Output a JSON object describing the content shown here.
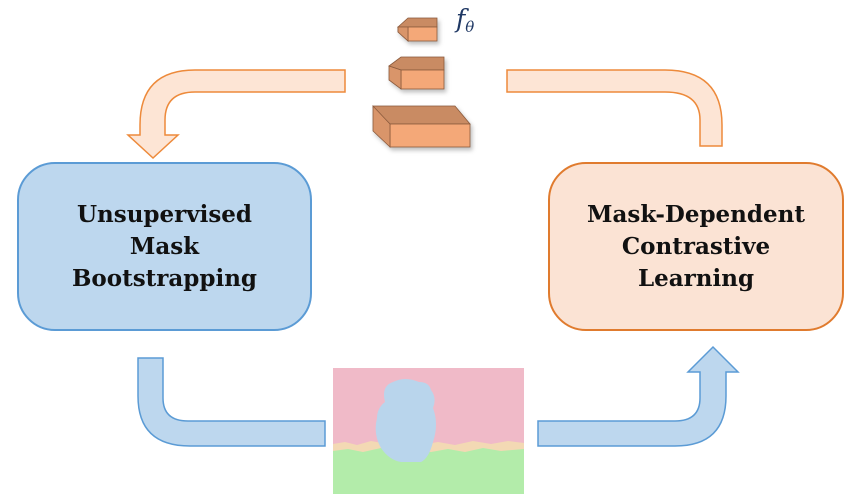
{
  "network_label": {
    "symbol": "f",
    "subscript": "θ"
  },
  "boxes": {
    "left": {
      "lines": [
        "Unsupervised",
        "Mask",
        "Bootstrapping"
      ],
      "fill": "#bdd7ee",
      "stroke": "#5b9bd5"
    },
    "right": {
      "lines": [
        "Mask-Dependent",
        "Contrastive",
        "Learning"
      ],
      "fill": "#fbe3d4",
      "stroke": "#e07b2e"
    }
  },
  "colors": {
    "orange_arrow_fill": "#fde5d5",
    "orange_arrow_stroke": "#ed8a3b",
    "blue_arrow_fill": "#bdd7ee",
    "blue_arrow_stroke": "#5b9bd5",
    "block_front": "#f4a878",
    "block_top": "#c98b63",
    "mask_sky": "#f0bac8",
    "mask_object": "#b9d5ec",
    "mask_ground": "#b3ecaa",
    "mask_band": "#f3d9b4"
  }
}
